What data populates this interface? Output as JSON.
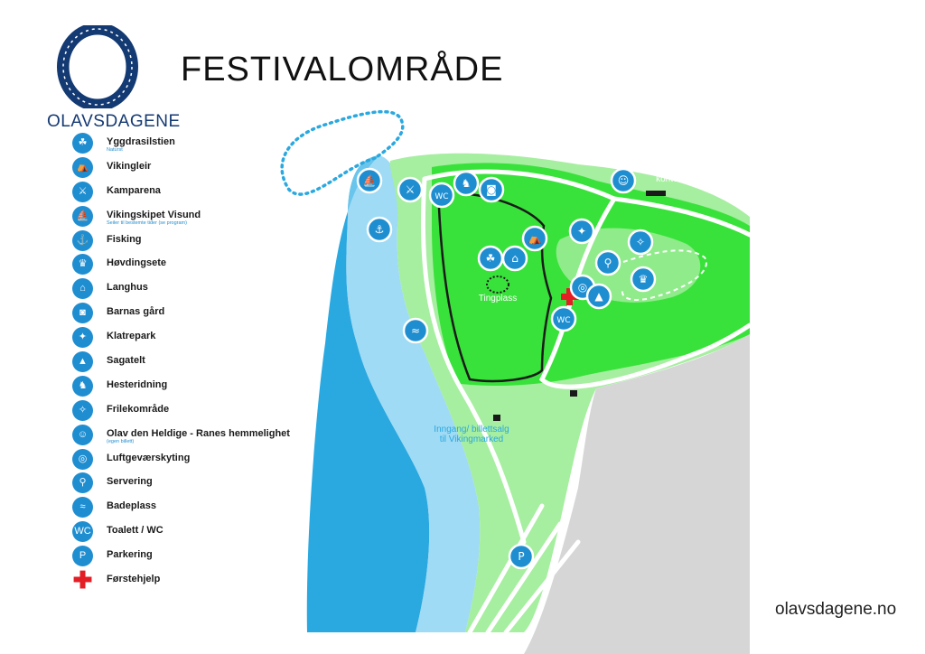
{
  "header": {
    "brand": "OLAVSDAGENE",
    "title": "FESTIVALOMRÅDE",
    "url": "olavsdagene.no"
  },
  "colors": {
    "water": "#2aa8e0",
    "water_light": "#7fcff0",
    "grass": "#38e23a",
    "grass_light": "#a6eea0",
    "road": "#ffffff",
    "icon_blue": "#1f8ed1",
    "first_aid": "#e31e24",
    "logo_navy": "#143a73"
  },
  "legend": [
    {
      "label": "Yggdrasilstien",
      "sub": "Naturst",
      "icon": "tree-icon",
      "glyph": "☘"
    },
    {
      "label": "Vikingleir",
      "sub": "",
      "icon": "camp-icon",
      "glyph": "⛺"
    },
    {
      "label": "Kamparena",
      "sub": "",
      "icon": "crossed-axes-icon",
      "glyph": "⚔"
    },
    {
      "label": "Vikingskipet Visund",
      "sub": "Seiler til bestemte tider (se program)",
      "icon": "viking-ship-icon",
      "glyph": "⛵"
    },
    {
      "label": "Fisking",
      "sub": "",
      "icon": "fishing-icon",
      "glyph": "⚓"
    },
    {
      "label": "Høvdingsete",
      "sub": "",
      "icon": "chieftain-seat-icon",
      "glyph": "♛"
    },
    {
      "label": "Langhus",
      "sub": "",
      "icon": "longhouse-icon",
      "glyph": "⌂"
    },
    {
      "label": "Barnas gård",
      "sub": "",
      "icon": "tractor-icon",
      "glyph": "◙"
    },
    {
      "label": "Klatrepark",
      "sub": "",
      "icon": "climbing-icon",
      "glyph": "✦"
    },
    {
      "label": "Sagatelt",
      "sub": "",
      "icon": "tent-icon",
      "glyph": "▲"
    },
    {
      "label": "Hesteridning",
      "sub": "",
      "icon": "horse-icon",
      "glyph": "♞"
    },
    {
      "label": "Frilekområde",
      "sub": "",
      "icon": "play-area-icon",
      "glyph": "✧"
    },
    {
      "label": "Olav den Heldige - Ranes hemmelighet",
      "sub": "(egen billett)",
      "icon": "theatre-mask-icon",
      "glyph": "☺"
    },
    {
      "label": "Luftgeværskyting",
      "sub": "",
      "icon": "air-rifle-icon",
      "glyph": "◎"
    },
    {
      "label": "Servering",
      "sub": "",
      "icon": "food-service-icon",
      "glyph": "⚲"
    },
    {
      "label": "Badeplass",
      "sub": "",
      "icon": "swimmer-icon",
      "glyph": "≈"
    },
    {
      "label": "Toalett / WC",
      "sub": "",
      "icon": "wc-icon",
      "glyph": "WC"
    },
    {
      "label": "Parkering",
      "sub": "",
      "icon": "parking-icon",
      "glyph": "P"
    },
    {
      "label": "Førstehjelp",
      "sub": "",
      "icon": "first-aid-icon",
      "glyph": "✚"
    }
  ],
  "map": {
    "labels": {
      "tingplass": "Tingplass",
      "festival_office": "Festival\nkontor",
      "entrance": "Inngang/ billettsalg\ntil Vikingmarked"
    },
    "markers": [
      {
        "icon": "viking-ship-icon",
        "glyph": "⛵"
      },
      {
        "icon": "crossed-axes-icon",
        "glyph": "⚔"
      },
      {
        "icon": "wc-icon",
        "glyph": "WC"
      },
      {
        "icon": "horse-icon",
        "glyph": "♞"
      },
      {
        "icon": "tractor-icon",
        "glyph": "◙"
      },
      {
        "icon": "camp-icon",
        "glyph": "⛺"
      },
      {
        "icon": "climbing-icon",
        "glyph": "✦"
      },
      {
        "icon": "food-service-icon",
        "glyph": "⚲"
      },
      {
        "icon": "theatre-mask-icon",
        "glyph": "☺"
      },
      {
        "icon": "play-area-icon",
        "glyph": "✧"
      },
      {
        "icon": "chieftain-seat-icon",
        "glyph": "♛"
      },
      {
        "icon": "longhouse-icon",
        "glyph": "⌂"
      },
      {
        "icon": "fishing-icon",
        "glyph": "⚓"
      },
      {
        "icon": "air-rifle-icon",
        "glyph": "◎"
      },
      {
        "icon": "tent-icon",
        "glyph": "▲"
      },
      {
        "icon": "tree-icon",
        "glyph": "☘"
      },
      {
        "icon": "wc-icon",
        "glyph": "WC"
      },
      {
        "icon": "swimmer-icon",
        "glyph": "≈"
      },
      {
        "icon": "parking-icon",
        "glyph": "P"
      }
    ]
  }
}
